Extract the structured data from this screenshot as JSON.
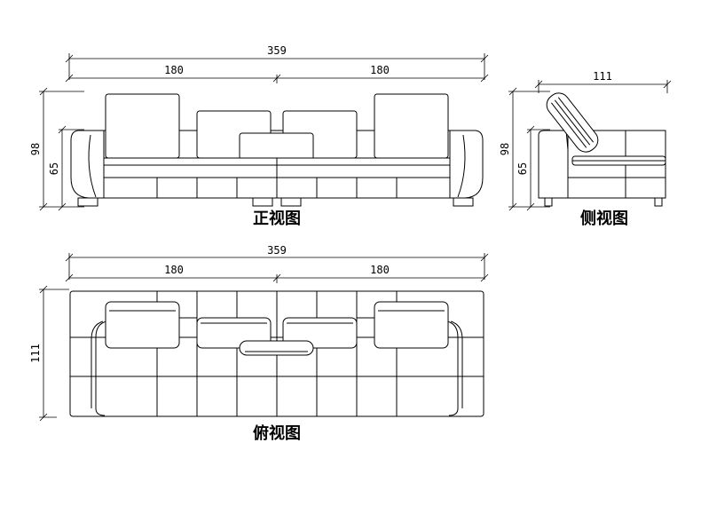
{
  "front_view": {
    "caption": "正视图",
    "dim_total": "359",
    "dim_left": "180",
    "dim_right": "180",
    "dim_height_total": "98",
    "dim_height_seat": "65"
  },
  "side_view": {
    "caption": "侧视图",
    "dim_depth": "111",
    "dim_height_total": "98",
    "dim_height_seat": "65"
  },
  "top_view": {
    "caption": "俯视图",
    "dim_total": "359",
    "dim_left": "180",
    "dim_right": "180",
    "dim_depth": "111"
  }
}
